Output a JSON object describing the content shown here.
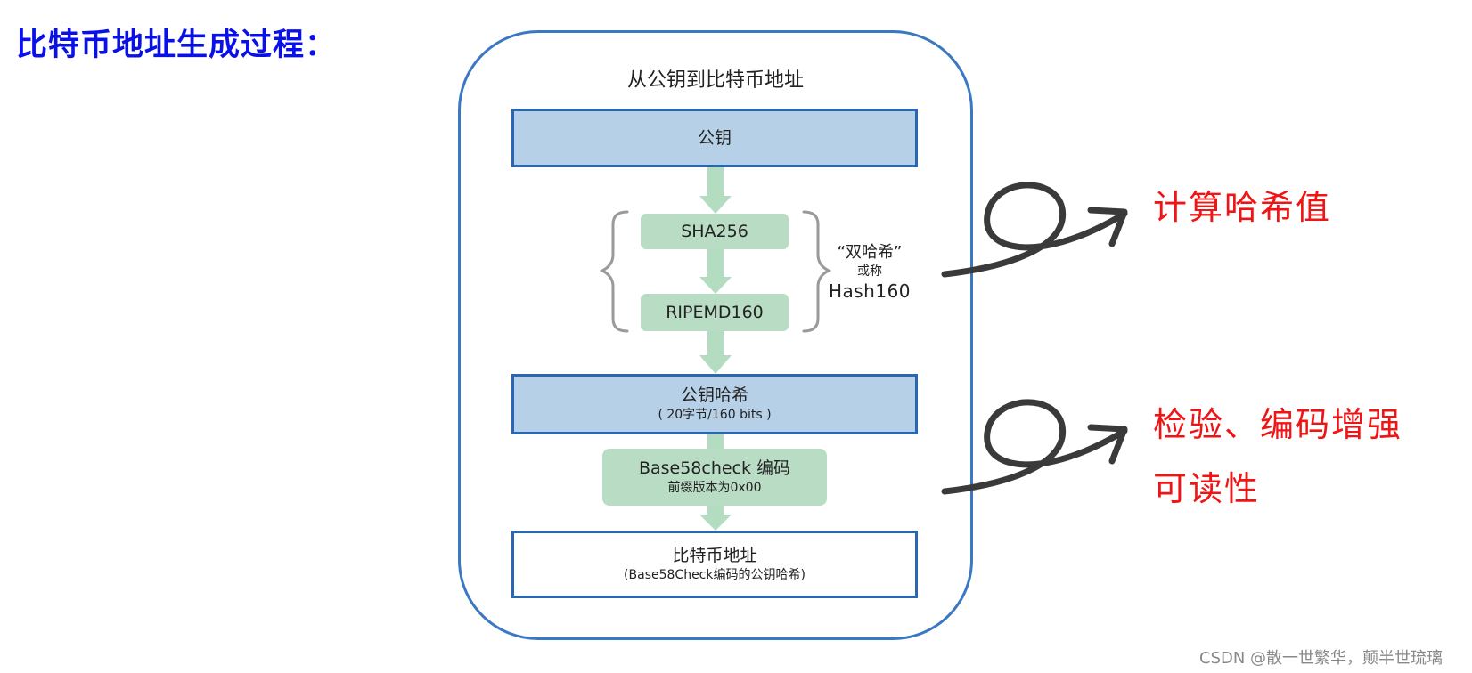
{
  "page": {
    "title": "比特币地址生成过程："
  },
  "diagram": {
    "title": "从公钥到比特币地址",
    "public_key": "公钥",
    "sha256": "SHA256",
    "ripemd160": "RIPEMD160",
    "double_hash_label": "“双哈希”",
    "double_hash_or": "或称",
    "double_hash_name": "Hash160",
    "pubkey_hash": "公钥哈希",
    "pubkey_hash_size": "( 20字节/160 bits )",
    "base58_encode": "Base58check 编码",
    "base58_prefix": "前缀版本为0x00",
    "bitcoin_address": "比特币地址",
    "bitcoin_address_desc": "(Base58Check编码的公钥哈希)"
  },
  "annotations": {
    "compute_hash": "计算哈希值",
    "check_encode_line1": "检验、编码增强",
    "check_encode_line2": "可读性"
  },
  "watermark": "CSDN @散一世繁华，颠半世琉璃",
  "colors": {
    "title_blue": "#0a10e8",
    "panel_border": "#3b78c2",
    "box_fill_blue": "#b6d0e7",
    "box_border_blue": "#2b66b0",
    "box_fill_green": "#b9dcc4",
    "arrow_green": "#b4dcc0",
    "annotation_red": "#f01414",
    "scribble_gray": "#3a3a3a"
  }
}
